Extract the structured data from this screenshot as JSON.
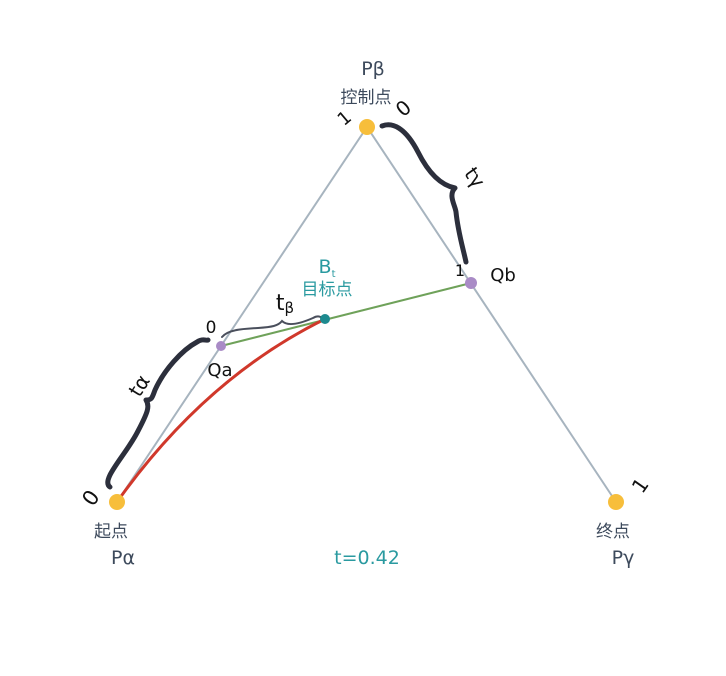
{
  "points": {
    "start": {
      "symbol": "Pα",
      "caption": "起点"
    },
    "control": {
      "symbol": "Pβ",
      "caption": "控制点"
    },
    "end": {
      "symbol": "Pγ",
      "caption": "终点"
    },
    "qa": {
      "symbol": "Qa"
    },
    "qb": {
      "symbol": "Qb"
    },
    "target": {
      "symbol": "Bt",
      "caption": "目标点"
    }
  },
  "params": {
    "alpha": {
      "symbol": "tα",
      "start": "0",
      "end": "1"
    },
    "beta": {
      "symbol": "tβ",
      "start": "0",
      "end": "1"
    },
    "gamma": {
      "symbol": "tγ",
      "start": "0",
      "end": "1"
    }
  },
  "t_label": "t=0.42",
  "colors": {
    "guide": "#a7b4bf",
    "curve": "#d0382b",
    "chord": "#6fa25a",
    "anchor": "#f7be3b",
    "midpoint": "#a98bc6",
    "target": "#1d8a8f",
    "brace": "#2c2f3c",
    "label_dark": "#3d4a5c",
    "label_teal": "#2a9aa0"
  }
}
